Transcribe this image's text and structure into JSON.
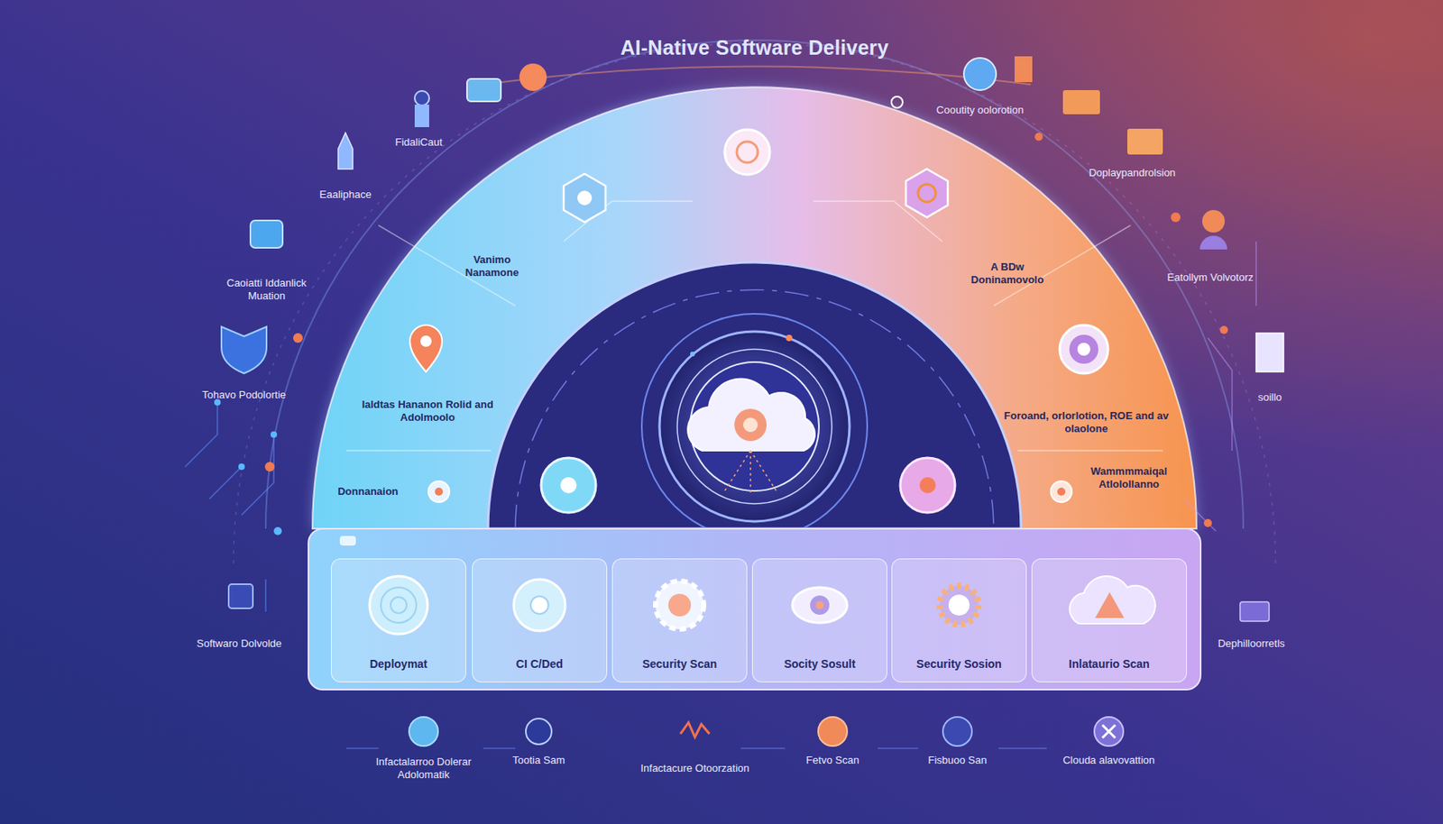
{
  "diagram": {
    "title": "AI-Native Software Delivery",
    "nodes": [
      {
        "text": [
          "Deploymat"
        ]
      },
      {
        "text": [
          "CI C/Ded"
        ]
      },
      {
        "text": [
          "Security Scan"
        ]
      },
      {
        "text": [
          "Socity Sosult"
        ]
      },
      {
        "text": [
          "Security Sosion"
        ]
      },
      {
        "text": [
          "Inlataurio Scan"
        ]
      }
    ],
    "labels": [
      "Cooutity oolorotion",
      "FidaliCaut",
      "Doplaypandrolsion",
      "Eaaliphace",
      "Vanimo Nanamone",
      "Eatollym Volvotorz",
      "A BDw Doninamovolo",
      "Caoiatti Iddanlick Muation",
      "Tohavo Podolortie",
      "soillo",
      "Ialdtas Hananon Rolid and Adolmoolo",
      "Foroand, orlorlotion, ROE and av olaolone",
      "Wammmmaiqal Atlolollanno",
      "Donnanaion",
      "Dephilloorretls",
      "Softwaro Dolvolde",
      "Infactalarroo Dolerar Adolomatik",
      "Tootia Sam",
      "Infactacure Otoorzation",
      "Fetvo Scan",
      "Fisbuoo San",
      "Clouda alavovattion"
    ]
  }
}
